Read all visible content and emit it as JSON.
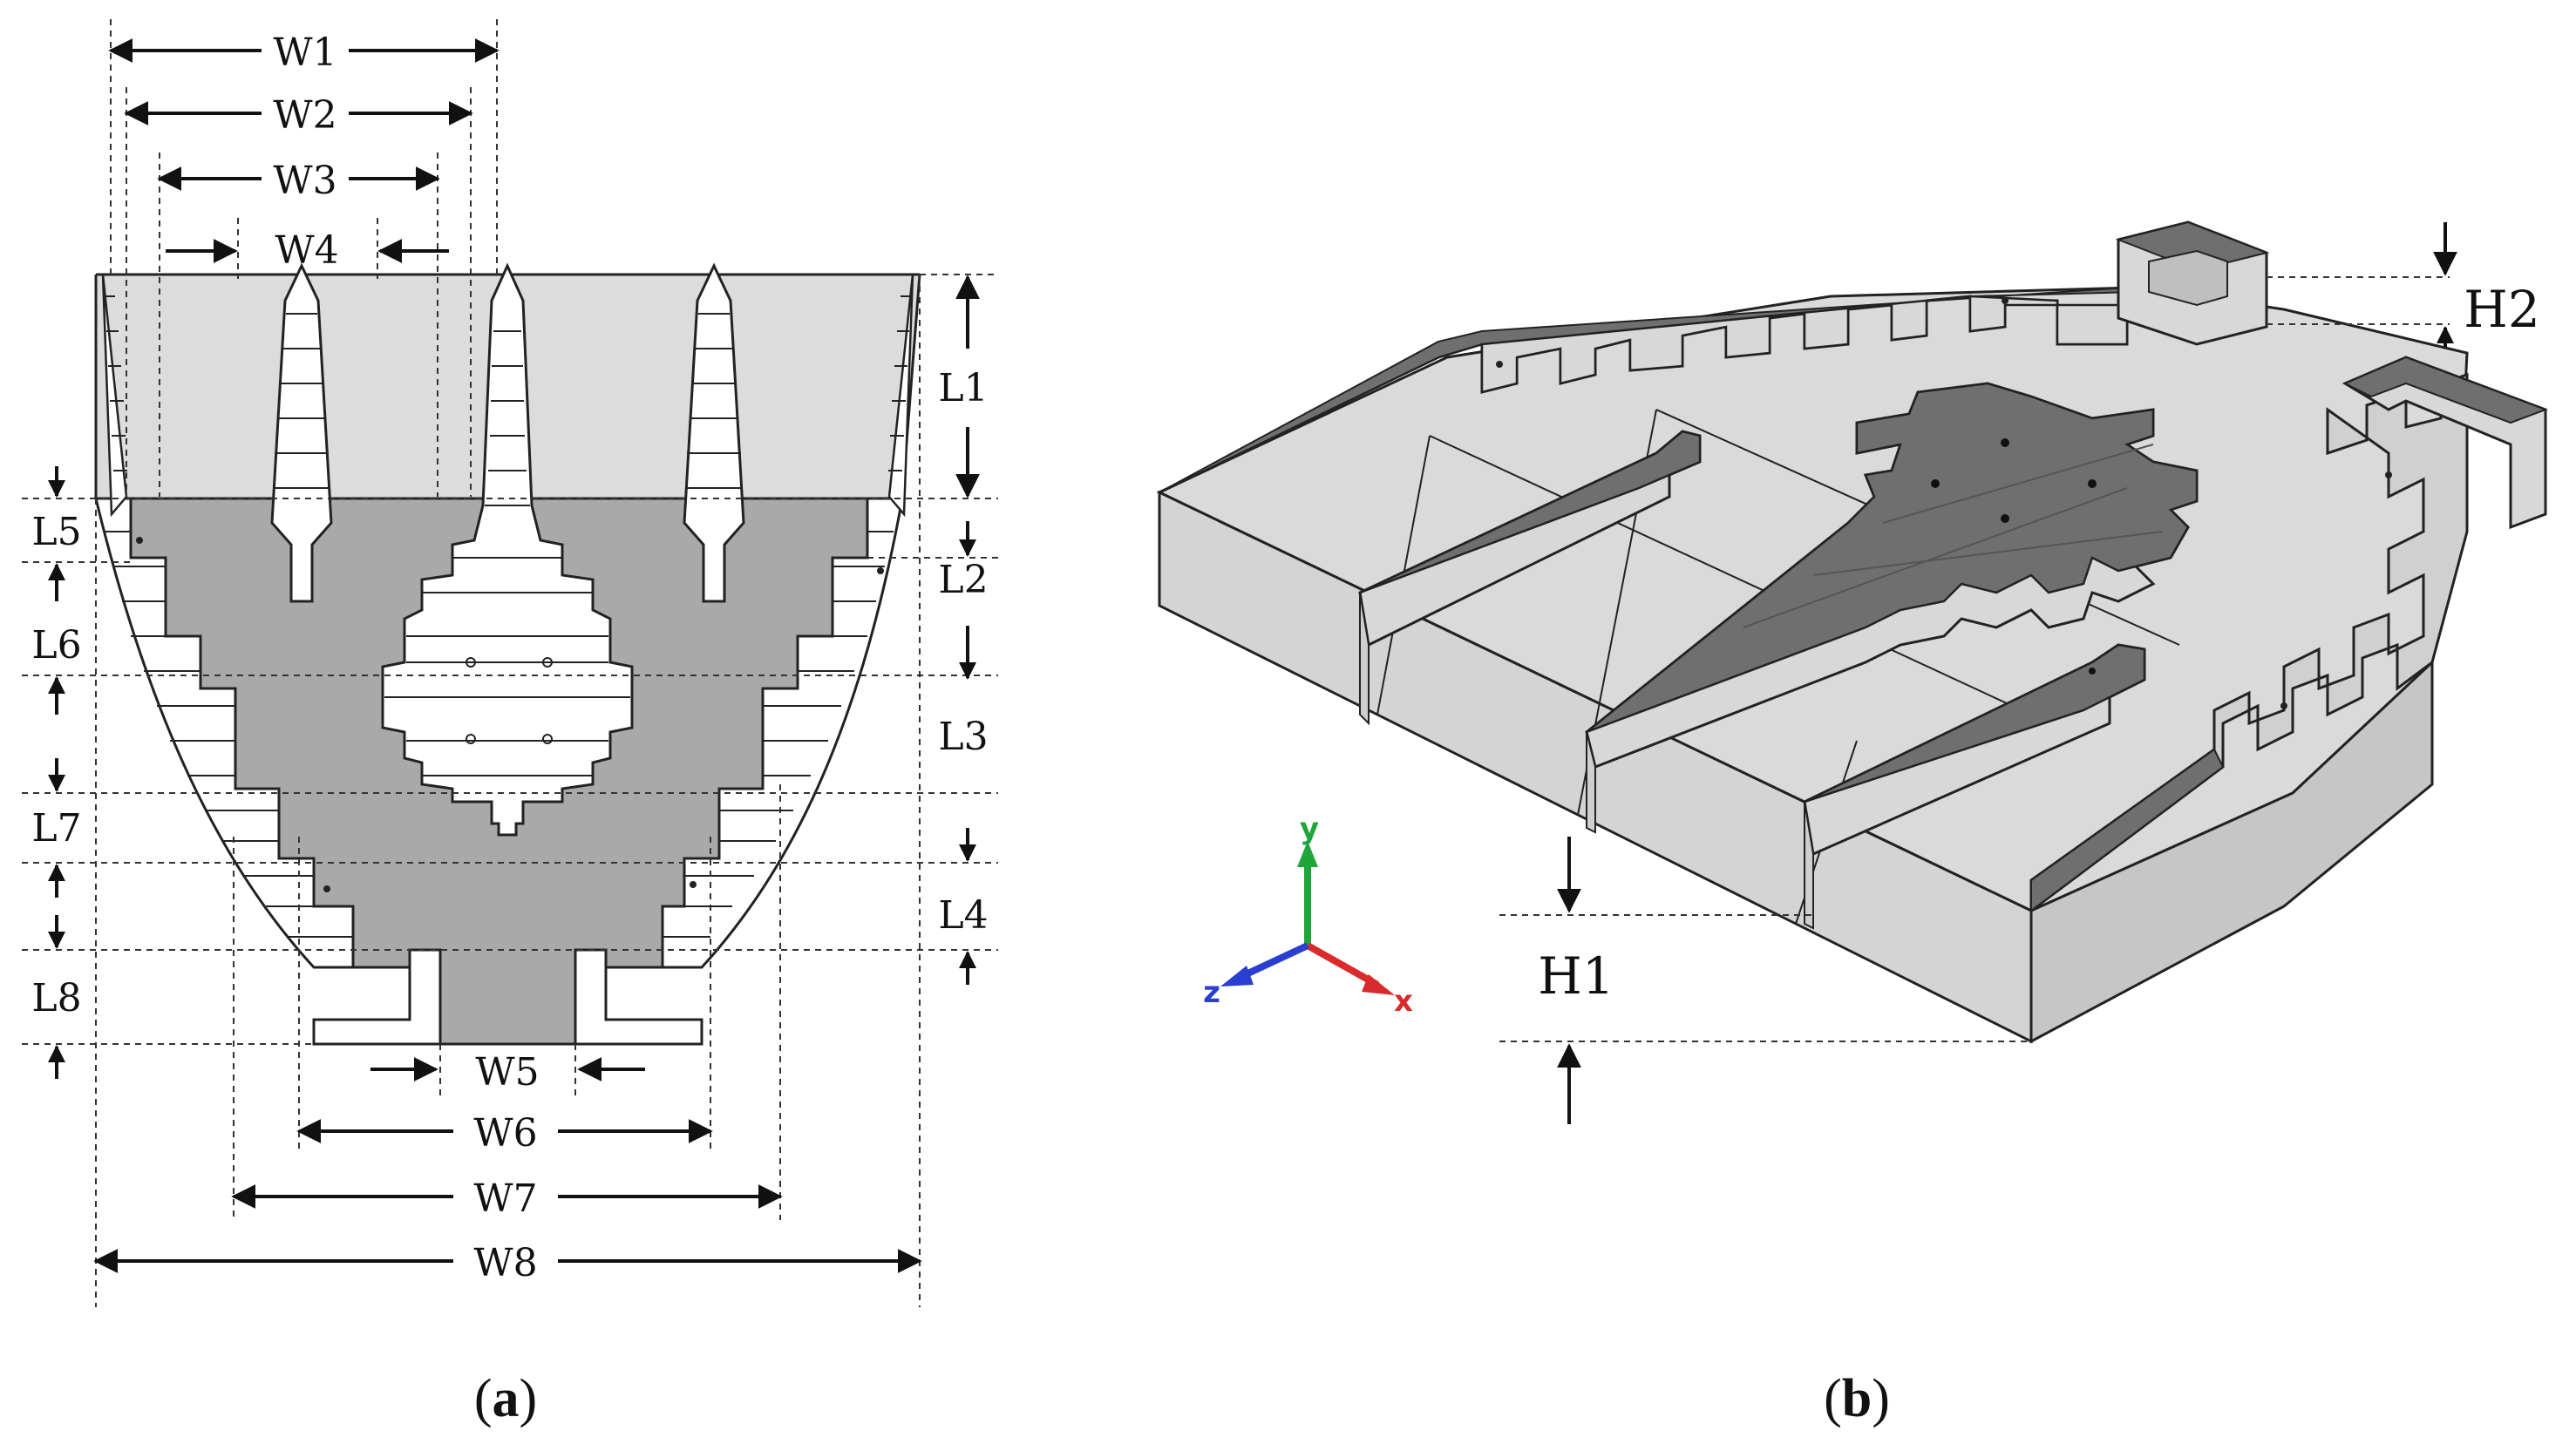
{
  "panel_a": {
    "caption_letter": "a",
    "width_labels": [
      "W1",
      "W2",
      "W3",
      "W4",
      "W5",
      "W6",
      "W7",
      "W8"
    ],
    "length_labels": [
      "L1",
      "L2",
      "L3",
      "L4",
      "L5",
      "L6",
      "L7",
      "L8"
    ]
  },
  "panel_b": {
    "caption_letter": "b",
    "height_labels": [
      "H1",
      "H2"
    ],
    "axes": {
      "x": "x",
      "y": "y",
      "z": "z"
    }
  },
  "colors": {
    "substrate_light": "#dcdcdc",
    "substrate_dark": "#a9a9a9",
    "metal_face": "#d8d8d8",
    "metal_top": "#6f6f6f",
    "axis_x": "#d92b2b",
    "axis_y": "#1fa53a",
    "axis_z": "#2a3fd1"
  }
}
